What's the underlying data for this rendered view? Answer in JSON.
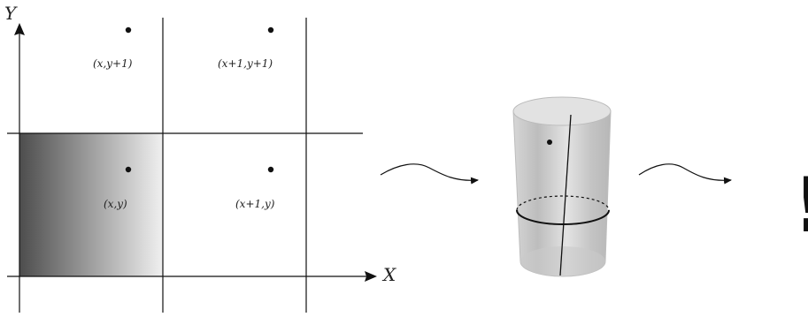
{
  "axes": {
    "x_label": "X",
    "y_label": "Y"
  },
  "grid_points": [
    {
      "label": "(x,y+1)"
    },
    {
      "label": "(x+1,y+1)"
    },
    {
      "label": "(x,y)"
    },
    {
      "label": "(x+1,y)"
    }
  ],
  "highlight_cell": "(x,y)",
  "end_symbol": "!",
  "colors": {
    "line": "#111111",
    "shade_dark": "#4a4a4a",
    "shade_light": "#f2f2f2",
    "cylinder_fill": "#cfcfcf"
  }
}
